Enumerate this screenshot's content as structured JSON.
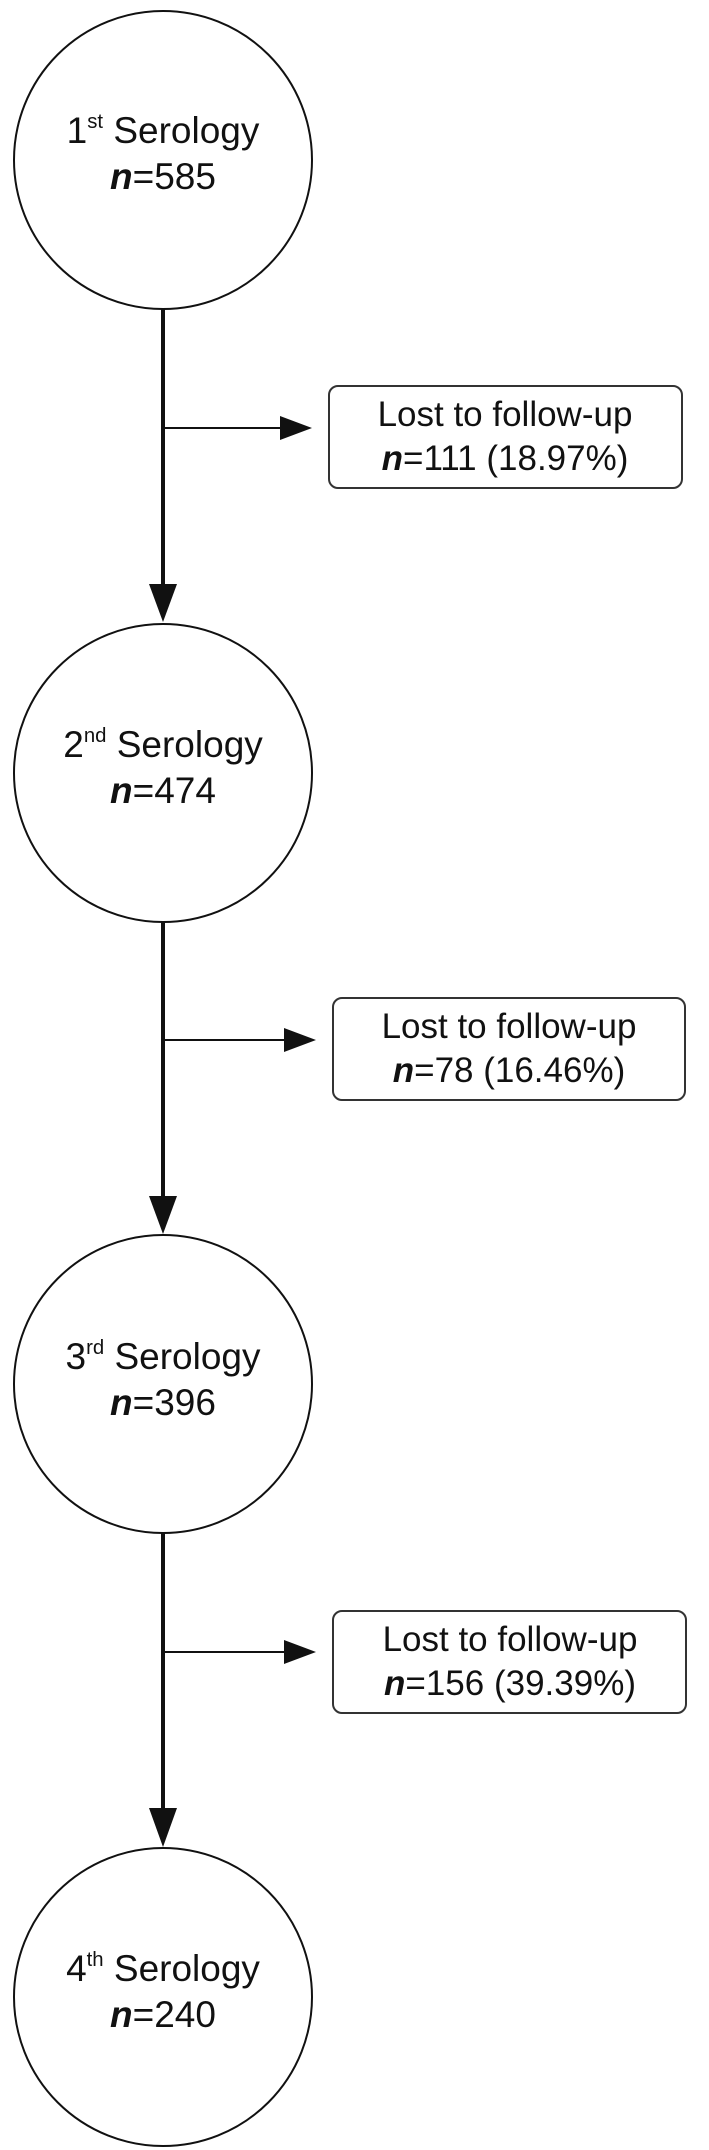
{
  "nodes": [
    {
      "ordinal_num": "1",
      "ordinal_suffix": "st",
      "label": "Serology",
      "n_prefix": "n",
      "n_value": "=585"
    },
    {
      "ordinal_num": "2",
      "ordinal_suffix": "nd",
      "label": "Serology",
      "n_prefix": "n",
      "n_value": "=474"
    },
    {
      "ordinal_num": "3",
      "ordinal_suffix": "rd",
      "label": "Serology",
      "n_prefix": "n",
      "n_value": "=396"
    },
    {
      "ordinal_num": "4",
      "ordinal_suffix": "th",
      "label": "Serology",
      "n_prefix": "n",
      "n_value": "=240"
    }
  ],
  "losses": [
    {
      "label": "Lost to follow-up",
      "n_prefix": "n",
      "n_value": "=111 (18.97%)"
    },
    {
      "label": "Lost to follow-up",
      "n_prefix": "n",
      "n_value": "=78 (16.46%)"
    },
    {
      "label": "Lost to follow-up",
      "n_prefix": "n",
      "n_value": "=156 (39.39%)"
    }
  ],
  "colors": {
    "line": "#111111",
    "box_border": "#333333",
    "background": "#ffffff"
  }
}
